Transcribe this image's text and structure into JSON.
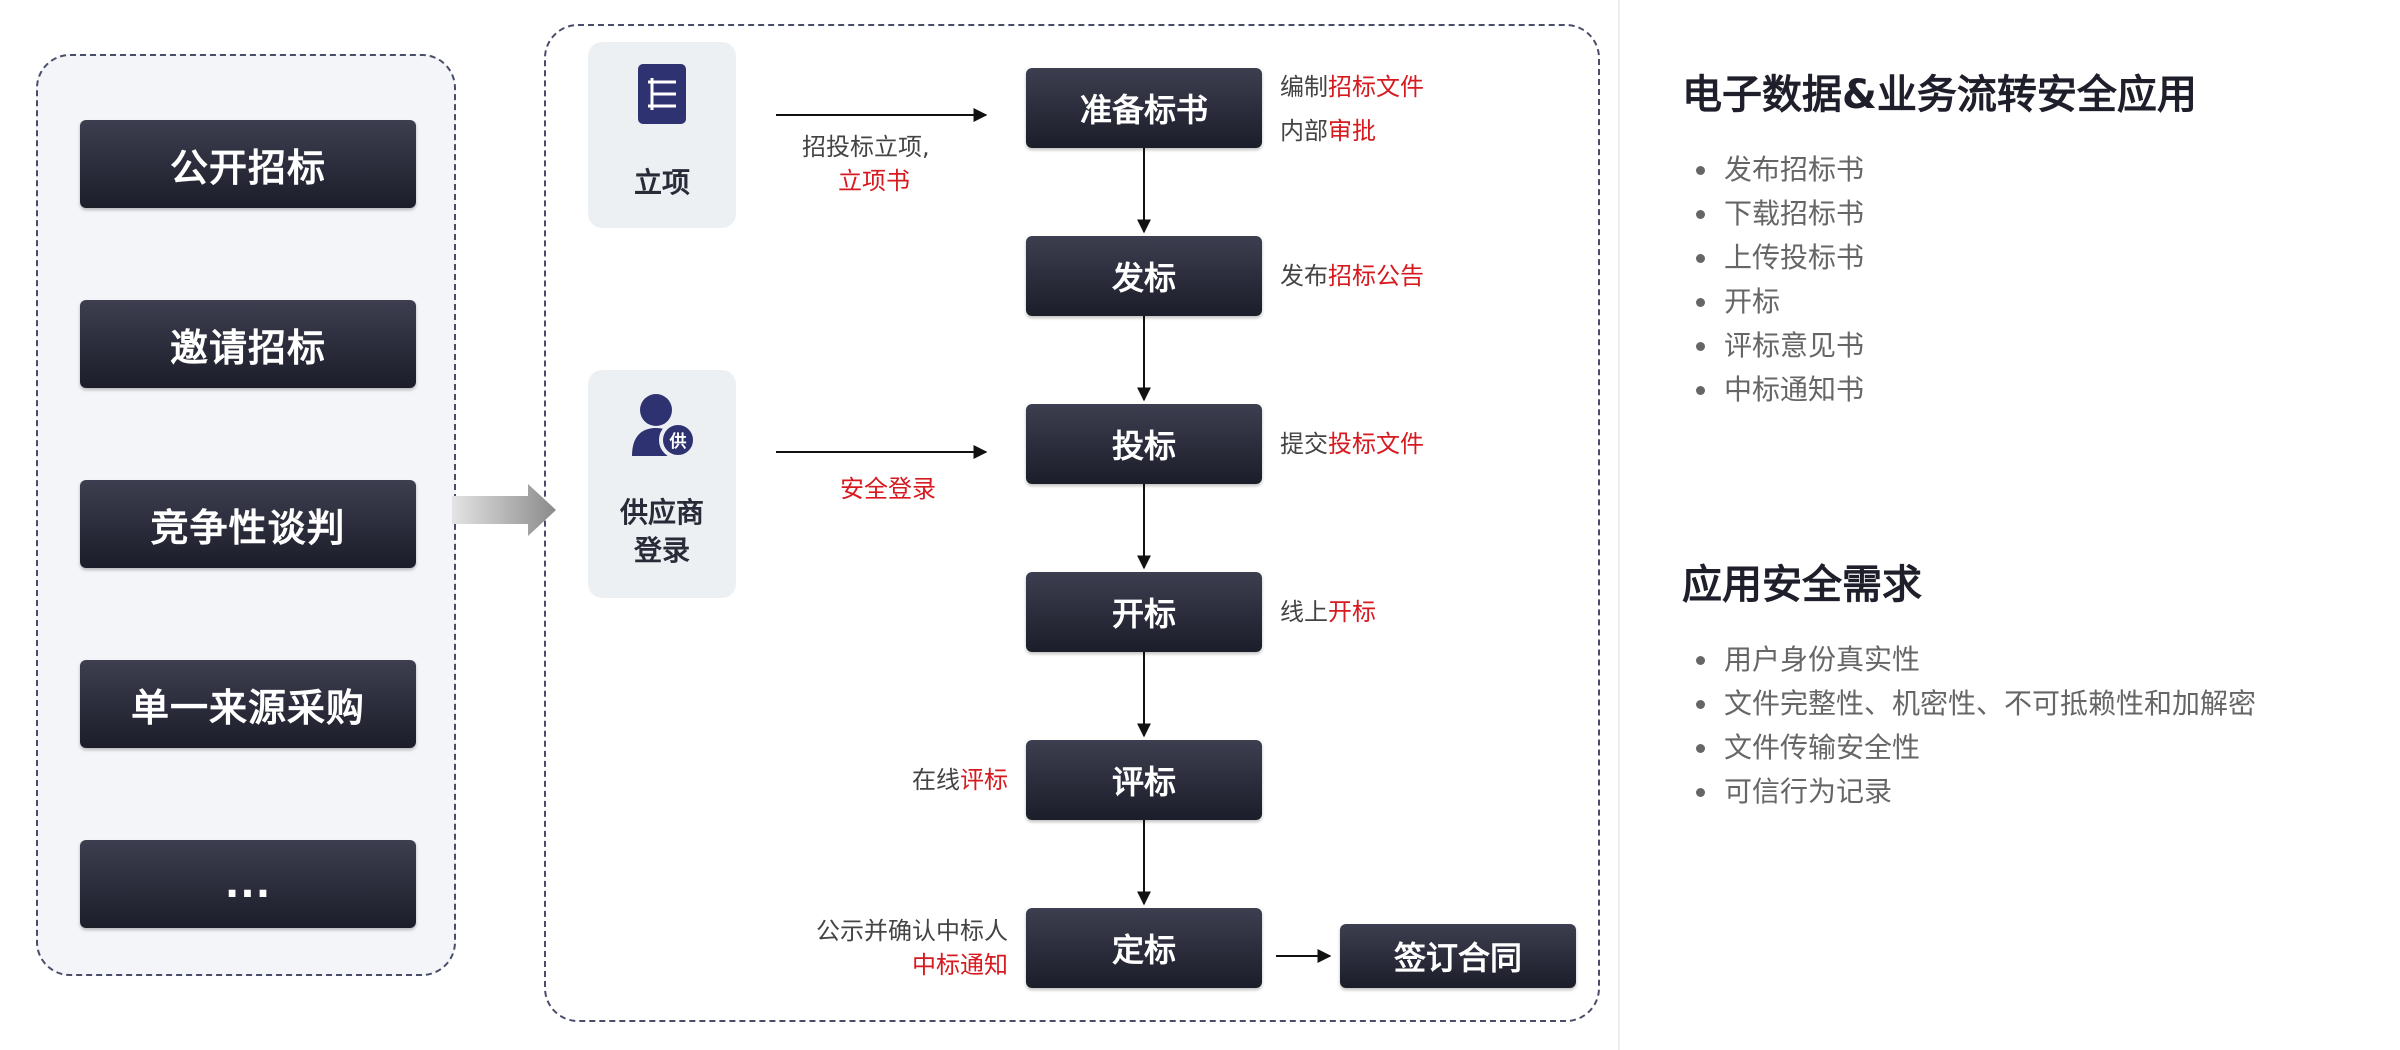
{
  "methods": [
    "公开招标",
    "邀请招标",
    "竞争性谈判",
    "单一来源采购",
    "..."
  ],
  "cards": {
    "project": {
      "label": "立项",
      "icon": "document-list-icon"
    },
    "supplier": {
      "label_line1": "供应商",
      "label_line2": "登录",
      "icon": "supplier-user-icon",
      "badge": "供"
    }
  },
  "connectors": {
    "project_line1": "招投标立项,",
    "project_line2": "立项书",
    "supplier_login": "安全登录"
  },
  "steps": [
    "准备标书",
    "发标",
    "投标",
    "开标",
    "评标",
    "定标"
  ],
  "final_step": "签订合同",
  "notes": {
    "prepare_1a": "编制",
    "prepare_1b": "招标文件",
    "prepare_2a": "内部",
    "prepare_2b": "审批",
    "publish_a": "发布",
    "publish_b": "招标公告",
    "bid_a": "提交",
    "bid_b": "投标文件",
    "open_a": "线上",
    "open_b": "开标",
    "eval_a": "在线",
    "eval_b": "评标",
    "award_1": "公示并确认中标人",
    "award_2": "中标通知"
  },
  "colors": {
    "highlight": "#d61a1f",
    "dark_button": "#2a2b3a",
    "dashed_border": "#4a4d6a"
  },
  "right": {
    "section1_title": "电子数据&业务流转安全应用",
    "section1_items": [
      "发布招标书",
      "下载招标书",
      "上传投标书",
      "开标",
      "评标意见书",
      "中标通知书"
    ],
    "section2_title": "应用安全需求",
    "section2_items": [
      "用户身份真实性",
      "文件完整性、机密性、不可抵赖性和加解密",
      "文件传输安全性",
      "可信行为记录"
    ]
  }
}
